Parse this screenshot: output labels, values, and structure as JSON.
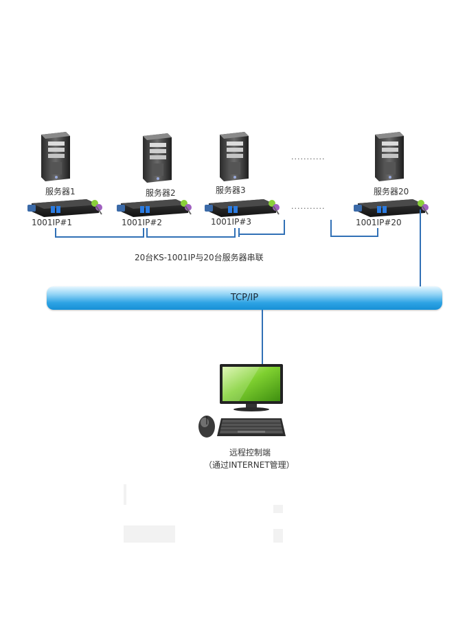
{
  "servers": [
    {
      "label": "服务器1",
      "kvm_label": "1001IP#1"
    },
    {
      "label": "服务器2",
      "kvm_label": "1001IP#2"
    },
    {
      "label": "服务器3",
      "kvm_label": "1001IP#3"
    },
    {
      "label": "服务器20",
      "kvm_label": "1001IP#20"
    }
  ],
  "ellipsis_top": "...........",
  "ellipsis_mid": "...........",
  "caption": "20台KS-1001IP与20台服务器串联",
  "network": {
    "label": "TCP/IP",
    "color": "#2ea3e4"
  },
  "remote": {
    "label": "远程控制端",
    "sublabel": "（通过INTERNET管理）"
  },
  "colors": {
    "wire": "#2f6fb5",
    "screen": "#6cc12a"
  }
}
